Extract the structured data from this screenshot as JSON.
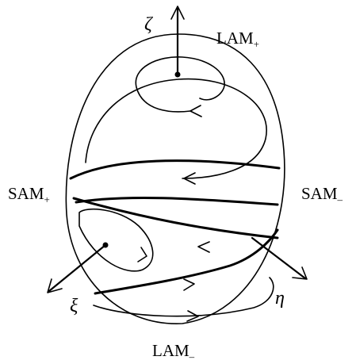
{
  "labels": {
    "zeta": "ζ",
    "lam_plus": {
      "base": "LAM",
      "sub": "+"
    },
    "sam_plus": {
      "base": "SAM",
      "sub": "+"
    },
    "sam_minus": {
      "base": "SAM",
      "sub": "–"
    },
    "xi": "ξ",
    "eta": "η",
    "lam_minus": {
      "base": "LAM",
      "sub": "–"
    }
  },
  "colors": {
    "ink": "#000000",
    "background": "#ffffff"
  }
}
